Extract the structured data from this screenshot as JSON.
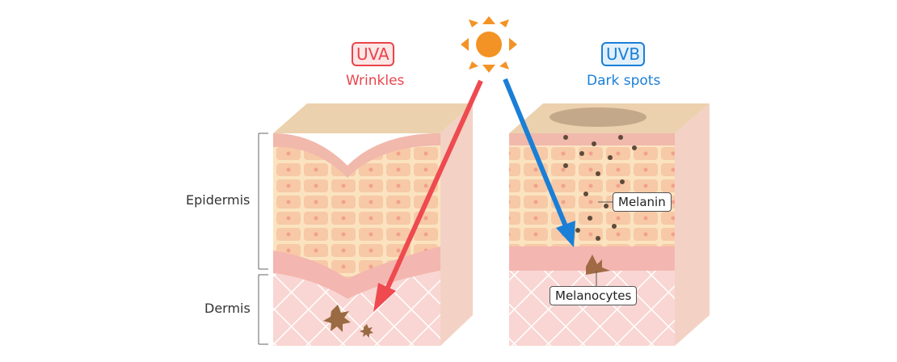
{
  "uva": {
    "badge": "UVA",
    "effect": "Wrinkles",
    "color": "#e9444c"
  },
  "uvb": {
    "badge": "UVB",
    "effect": "Dark spots",
    "color": "#1a7fd6"
  },
  "layers": {
    "epidermis": "Epidermis",
    "dermis": "Dermis"
  },
  "callouts": {
    "melanin": "Melanin",
    "melanocytes": "Melanocytes"
  },
  "icons": {
    "sun": "sun-icon"
  }
}
